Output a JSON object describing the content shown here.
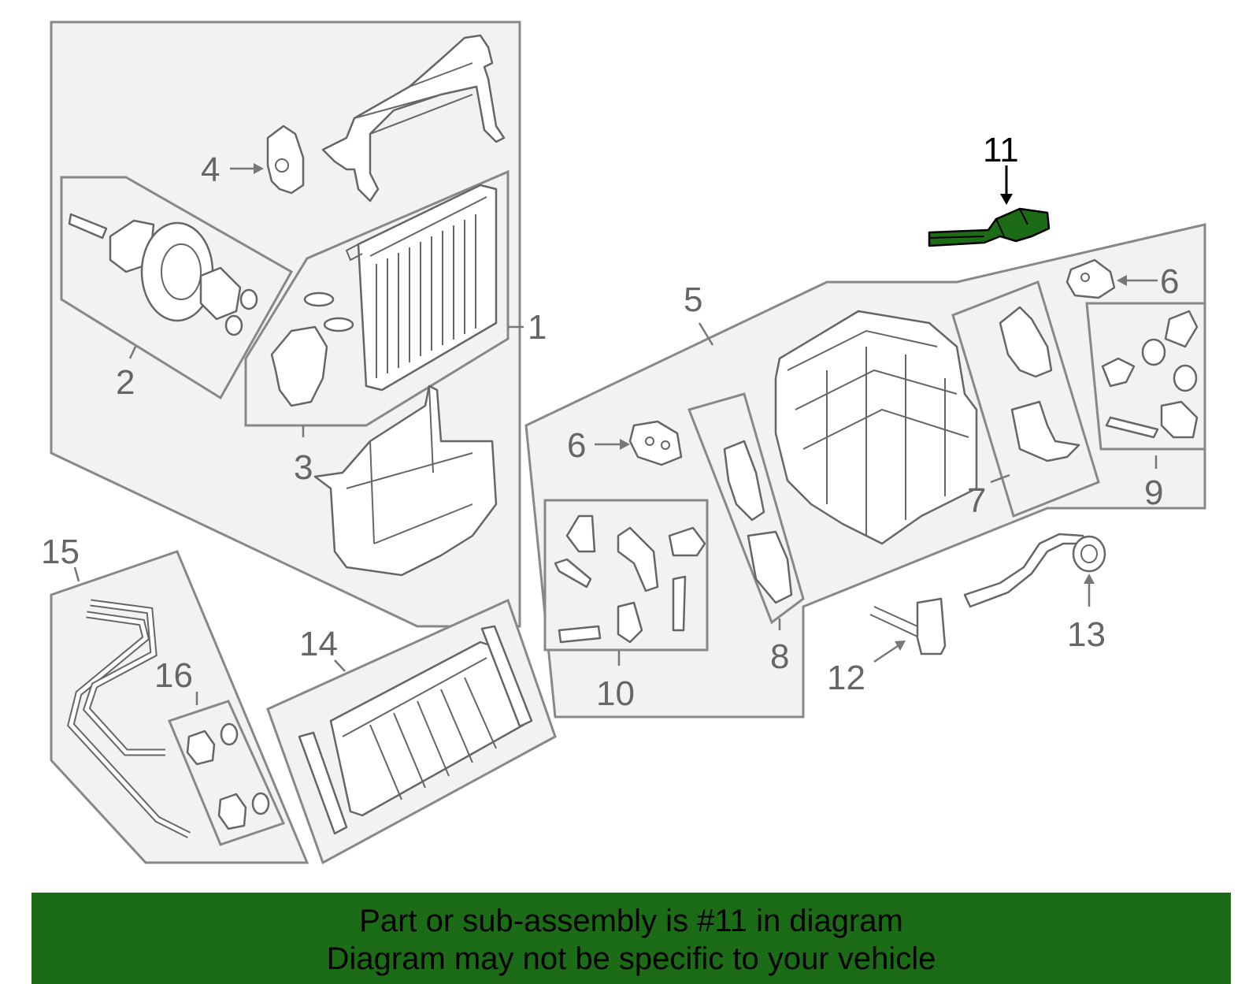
{
  "diagram": {
    "callouts": {
      "c1": "1",
      "c2": "2",
      "c3": "3",
      "c4": "4",
      "c5": "5",
      "c6a": "6",
      "c6b": "6",
      "c7": "7",
      "c8": "8",
      "c9": "9",
      "c10": "10",
      "c11": "11",
      "c12": "12",
      "c13": "13",
      "c14": "14",
      "c15": "15",
      "c16": "16"
    },
    "highlighted_part": "11",
    "colors": {
      "highlight": "#1c6b16",
      "banner": "#1c6b16",
      "line": "#888888"
    }
  },
  "banner": {
    "line1": "Part or sub-assembly is #11 in diagram",
    "line2": "Diagram may not be specific to your vehicle"
  }
}
